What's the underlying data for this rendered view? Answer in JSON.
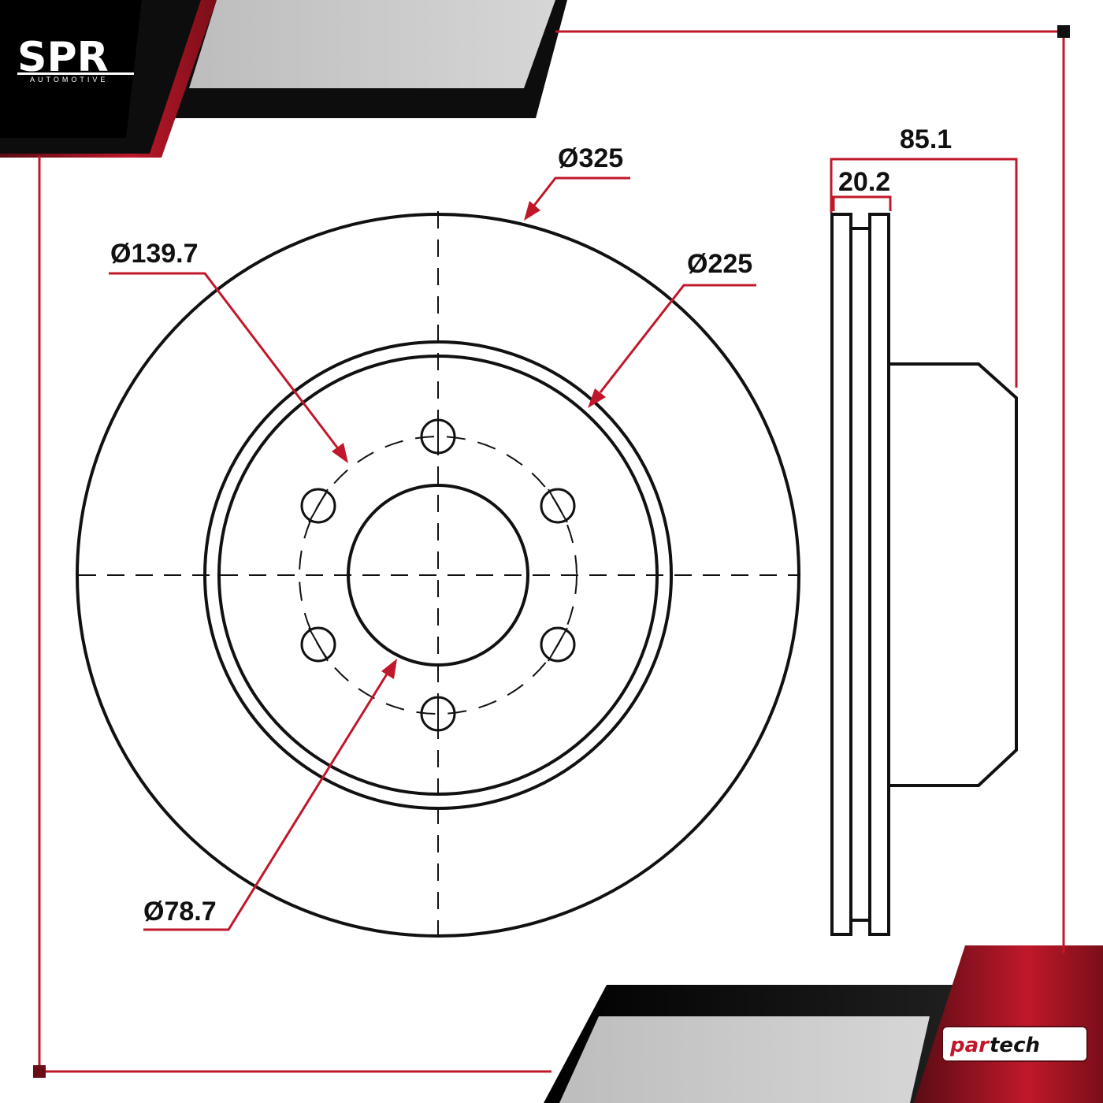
{
  "brand": {
    "logo_text": "SPR",
    "logo_subtext": "AUTOMOTIVE",
    "partner_logo_left": "par",
    "partner_logo_right": "tech"
  },
  "dimensions": {
    "outer_diameter": "Ø325",
    "bolt_circle": "Ø139.7",
    "inner_diameter": "Ø225",
    "center_bore": "Ø78.7",
    "overall_height": "85.1",
    "thickness": "20.2"
  },
  "colors": {
    "accent": "#c0182a",
    "line": "#111111",
    "panel_dark": "#0d0d0d",
    "panel_gray": "#c8c8c8"
  },
  "icons": {
    "logo": "spr-automotive-logo",
    "partner": "partech-logo"
  }
}
